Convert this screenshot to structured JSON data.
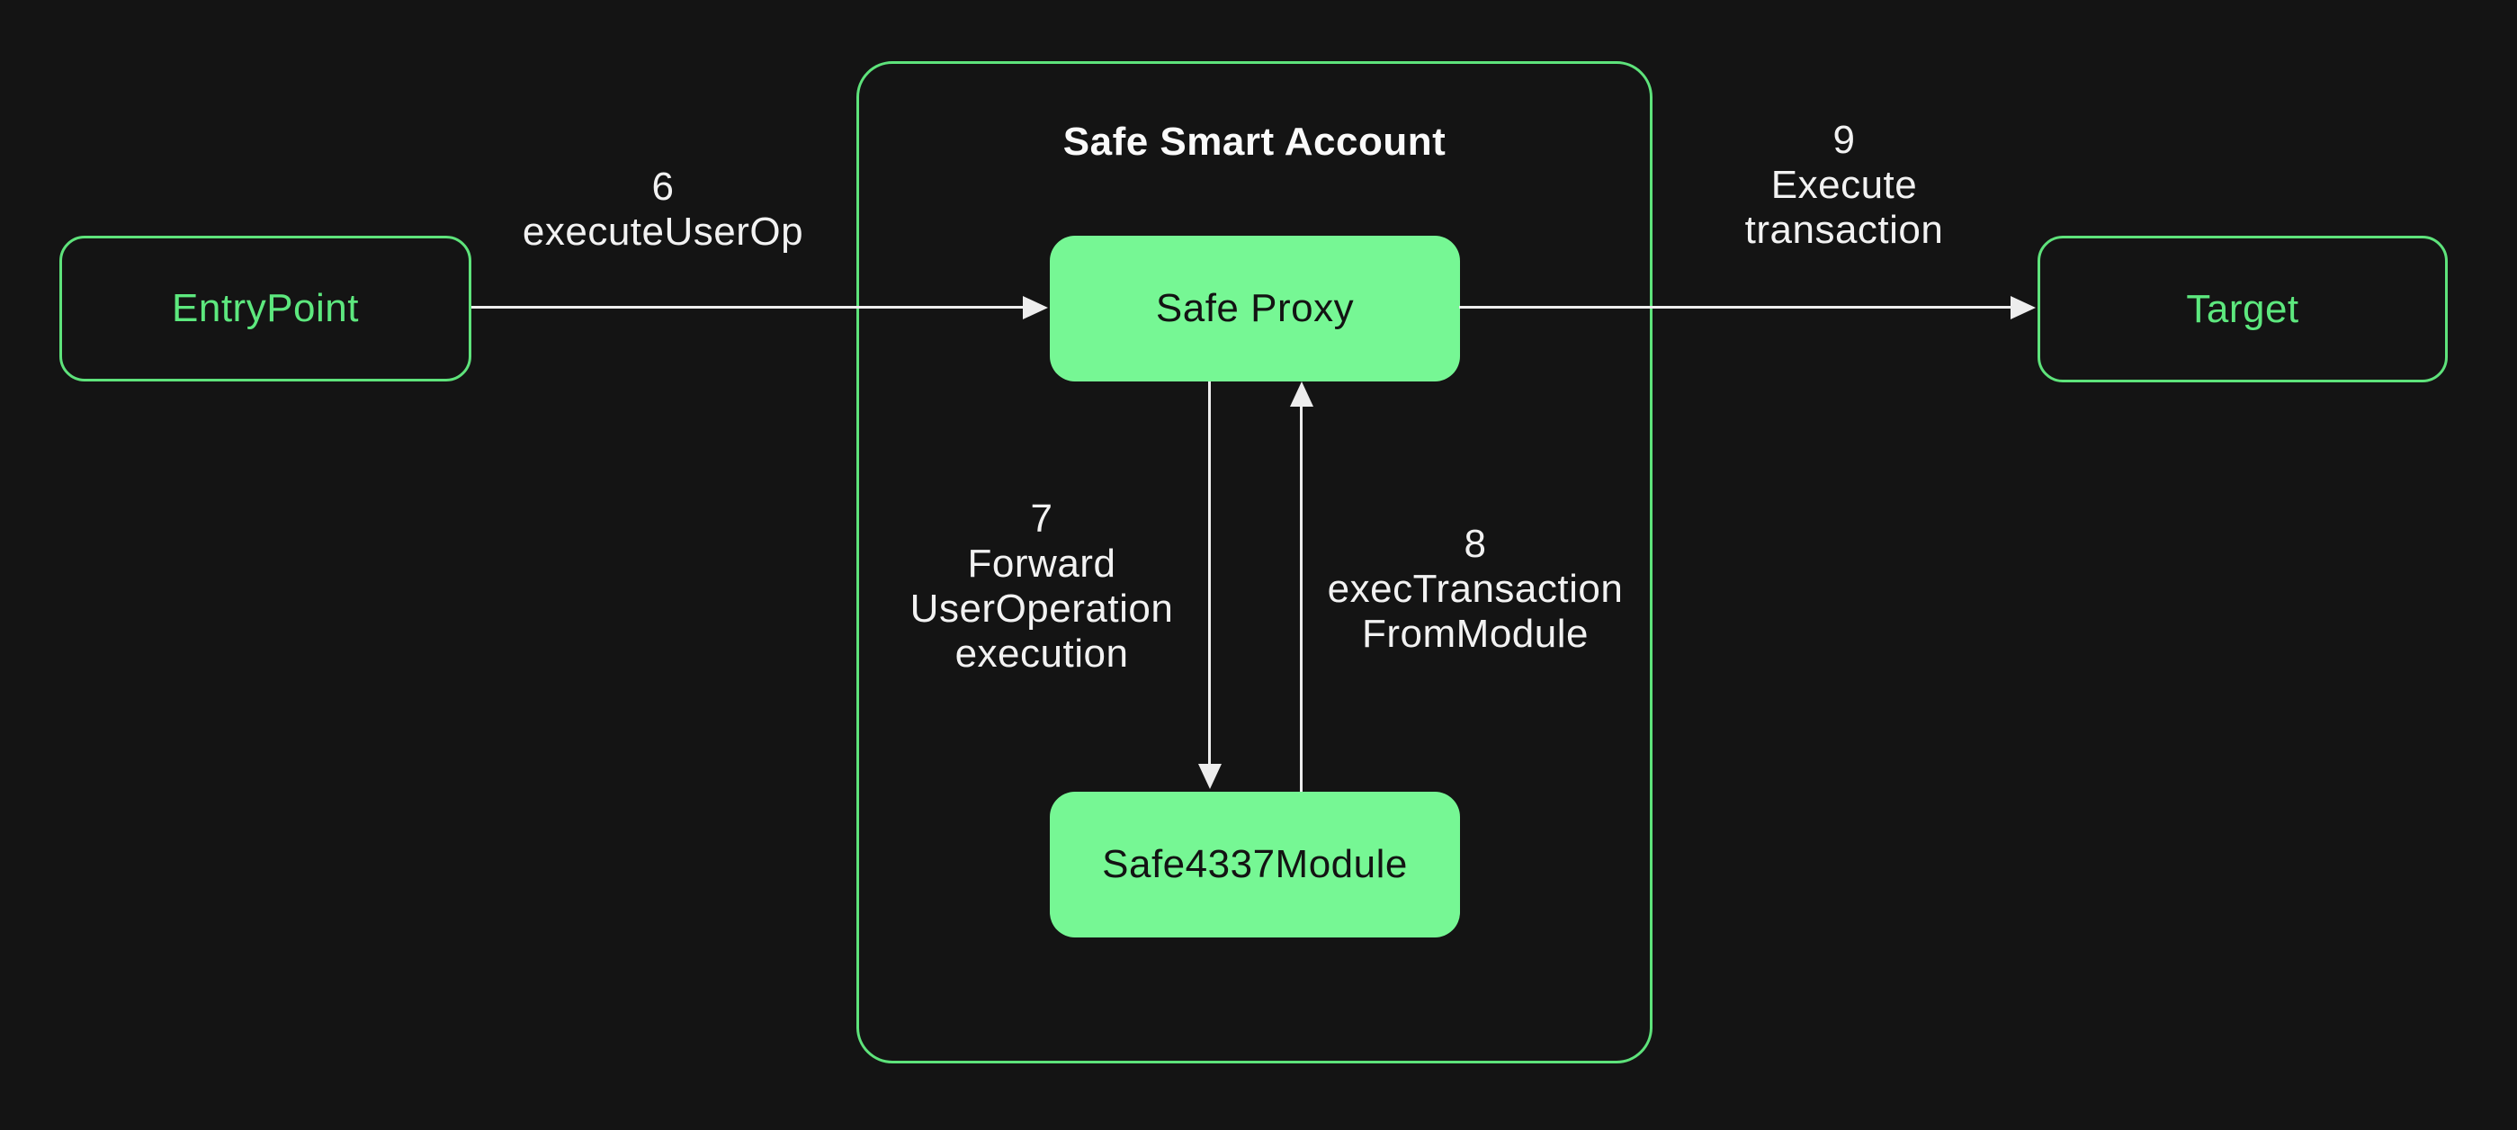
{
  "colors": {
    "bg": "#141414",
    "green_fill": "#76F794",
    "green_stroke": "#5EE37B",
    "green_text": "#5DE87E",
    "dark_text": "#131313",
    "white_text": "#F2F2F2",
    "arrow": "#EDEDED"
  },
  "cluster": {
    "title": "Safe Smart Account"
  },
  "nodes": {
    "entrypoint": {
      "label": "EntryPoint"
    },
    "safe_proxy": {
      "label": "Safe Proxy"
    },
    "safe4337_module": {
      "label": "Safe4337Module"
    },
    "target": {
      "label": "Target"
    }
  },
  "edges": {
    "e6": {
      "lines": [
        "6",
        "executeUserOp"
      ]
    },
    "e7": {
      "lines": [
        "7",
        "Forward",
        "UserOperation",
        "execution"
      ]
    },
    "e8": {
      "lines": [
        "8",
        "execTransaction",
        "FromModule"
      ]
    },
    "e9": {
      "lines": [
        "9",
        "Execute",
        "transaction"
      ]
    }
  }
}
